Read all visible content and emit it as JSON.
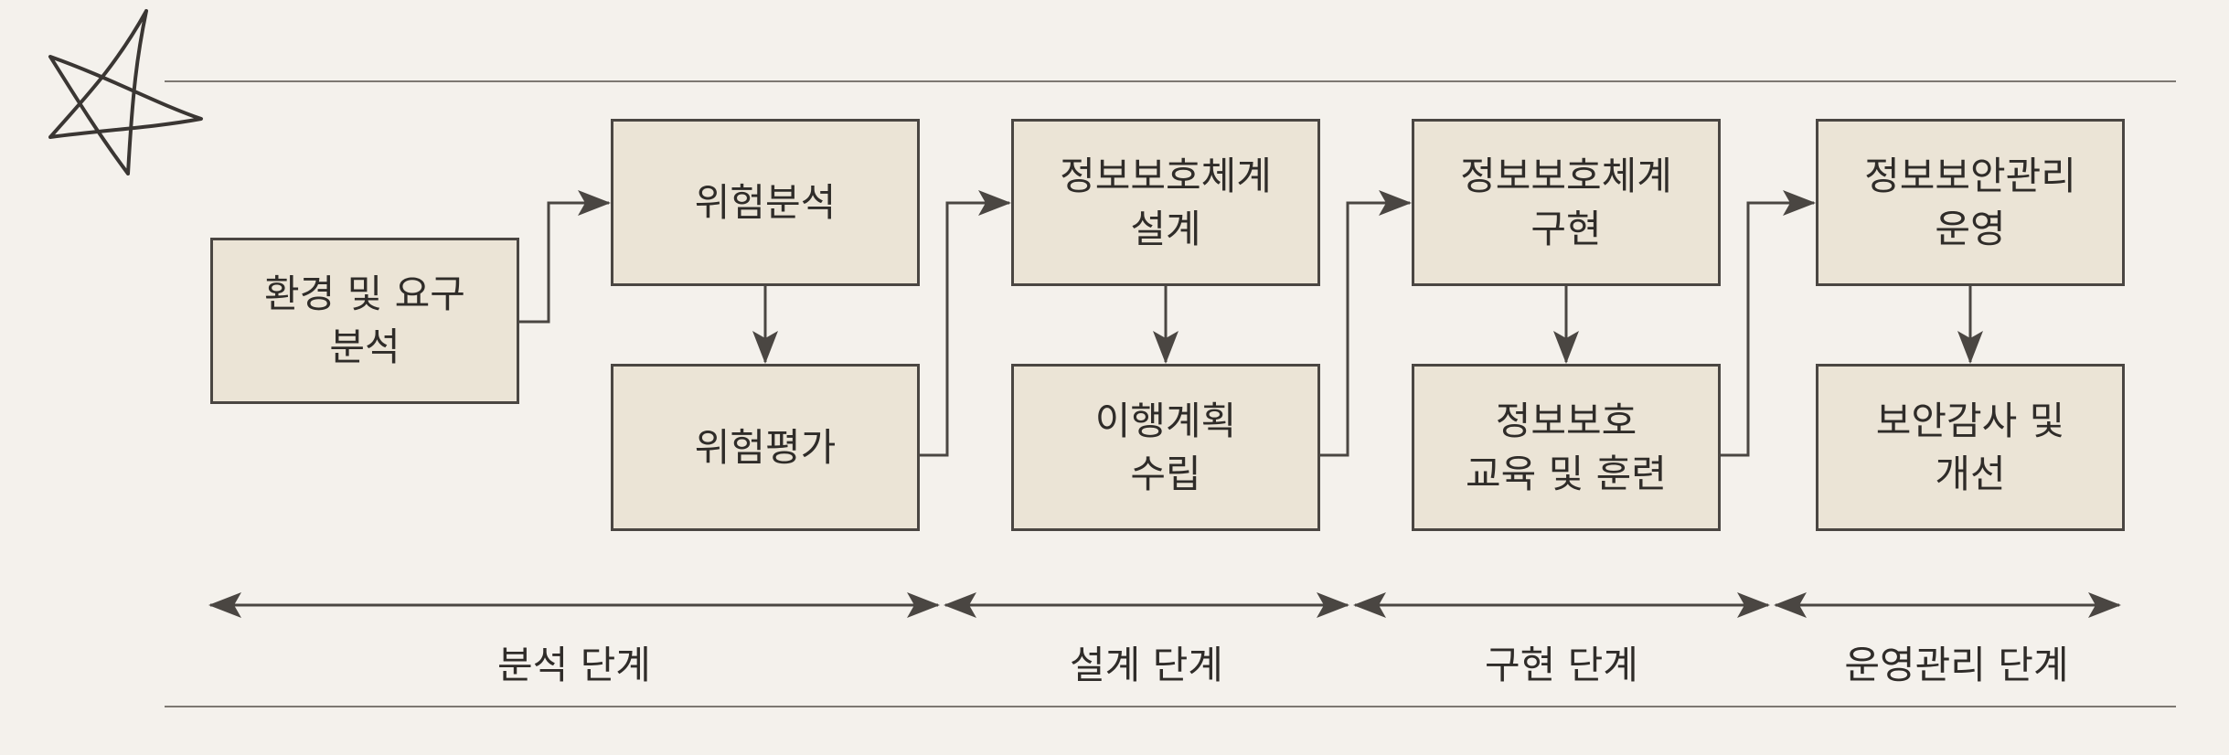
{
  "boxes": {
    "env_analysis": "환경 및 요구\n분석",
    "risk_analysis": "위험분석",
    "risk_assessment": "위험평가",
    "design": "정보보호체계\n설계",
    "plan": "이행계획\n수립",
    "implement": "정보보호체계\n구현",
    "training": "정보보호\n교육 및 훈련",
    "operate": "정보보안관리\n운영",
    "audit": "보안감사 및\n개선"
  },
  "phases": {
    "analysis": "분석 단계",
    "design": "설계 단계",
    "implementation": "구현 단계",
    "operation": "운영관리 단계"
  },
  "colors": {
    "box_fill": "#ebe4d6",
    "line": "#4a4642",
    "background": "#f4f1ec"
  }
}
